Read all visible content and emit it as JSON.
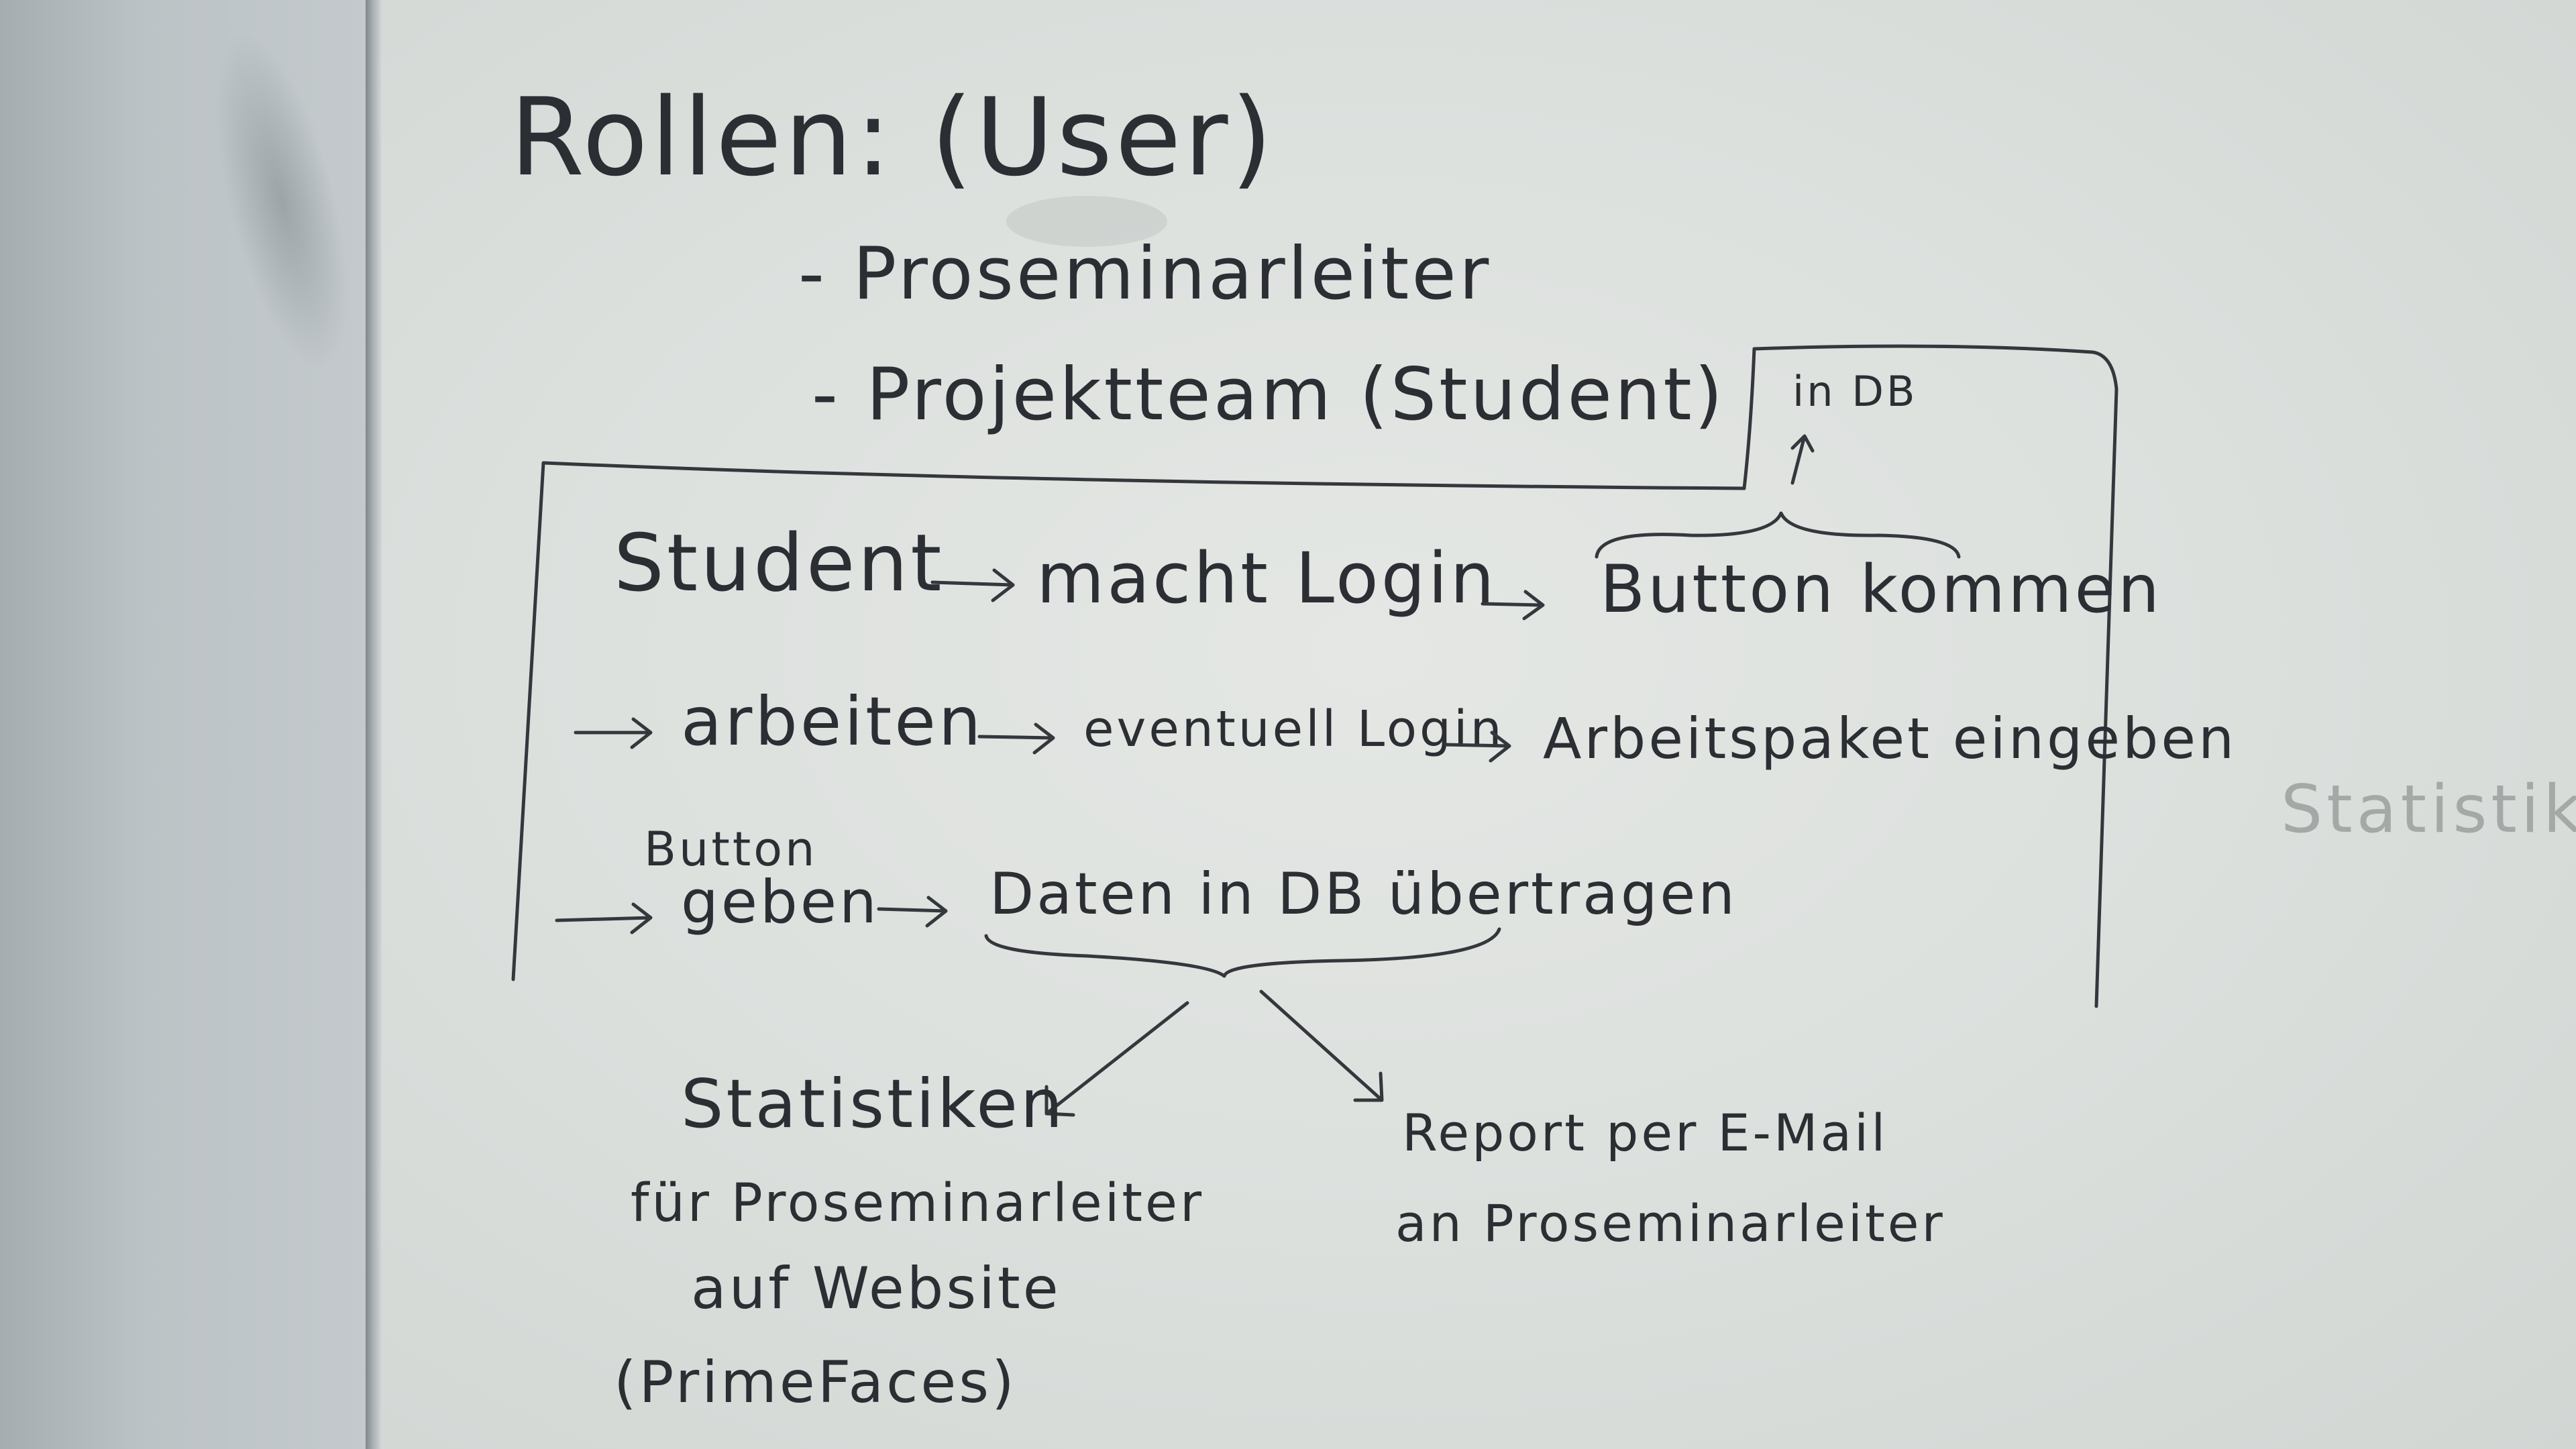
{
  "whiteboard": {
    "heading": "Rollen: (User)",
    "roles": [
      "- Proseminarleiter",
      "- Projektteam (Student)"
    ],
    "db_note": "in DB",
    "flow": {
      "line1": {
        "start": "Student",
        "step1": "macht Login",
        "step2": "Button kommen"
      },
      "line2": {
        "start": "arbeiten",
        "step1": "eventuell Login",
        "step2": "Arbeitspaket eingeben"
      },
      "line3": {
        "above": "Button",
        "start": "geben",
        "step1": "Daten in DB übertragen"
      }
    },
    "outputs": {
      "left": [
        "Statistiken",
        "für Proseminarleiter",
        "auf Website",
        "(PrimeFaces)"
      ],
      "right": [
        "Report per E-Mail",
        "an Proseminarleiter"
      ]
    },
    "side_label": "Statistiken"
  }
}
